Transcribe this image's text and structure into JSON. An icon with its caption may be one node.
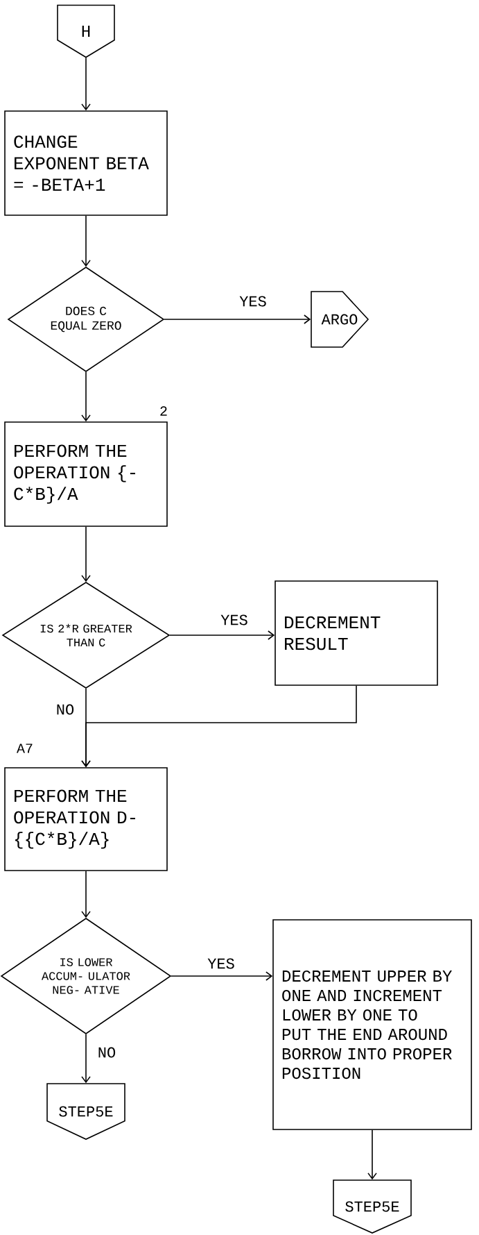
{
  "diagram": {
    "nodes": [
      {
        "text": [
          "H"
        ]
      },
      {
        "text": [
          "CHANGE EXPONENT BETA = -BETA+1"
        ]
      },
      {
        "text": [
          "DOES C EQUAL ZERO"
        ]
      },
      {
        "text": [
          "ARGO"
        ]
      },
      {
        "text": [
          "PERFORM THE OPERATION {-C*B}/A"
        ],
        "beside": [
          "2"
        ]
      },
      {
        "text": [
          "IS 2*R GREATER THAN C"
        ]
      },
      {
        "text": [
          "DECREMENT RESULT"
        ]
      },
      {
        "text": [
          "PERFORM THE OPERATION D-{{C*B}/A}"
        ],
        "beside": [
          "A7"
        ]
      },
      {
        "text": [
          "IS LOWER ACCUM- ULATOR NEG- ATIVE"
        ]
      },
      {
        "text": [
          "DECREMENT UPPER BY ONE AND INCREMENT LOWER BY ONE TO PUT THE END AROUND BORROW INTO PROPER POSITION"
        ]
      },
      {
        "text": [
          "STEP5E"
        ]
      },
      {
        "text": [
          "STEP5E"
        ]
      }
    ],
    "edges": [
      {
        "from": 0,
        "to": 1,
        "arrow": "to"
      },
      {
        "from": 1,
        "to": 2,
        "arrow": "to"
      },
      {
        "from": 2,
        "to": 3,
        "arrow": "to",
        "label": "YES"
      },
      {
        "from": 2,
        "to": 4,
        "arrow": "to"
      },
      {
        "from": 4,
        "to": 5,
        "arrow": "to"
      },
      {
        "from": 5,
        "to": 6,
        "arrow": "to",
        "label": "YES"
      },
      {
        "from": 5,
        "to": 7,
        "arrow": "to",
        "label": "NO"
      },
      {
        "from": 6,
        "to": 7,
        "arrow": "to"
      },
      {
        "from": 7,
        "to": 8,
        "arrow": "to"
      },
      {
        "from": 8,
        "to": 9,
        "arrow": "to",
        "label": "YES"
      },
      {
        "from": 8,
        "to": 10,
        "arrow": "to",
        "label": "NO"
      },
      {
        "from": 9,
        "to": 11,
        "arrow": "to"
      }
    ]
  }
}
